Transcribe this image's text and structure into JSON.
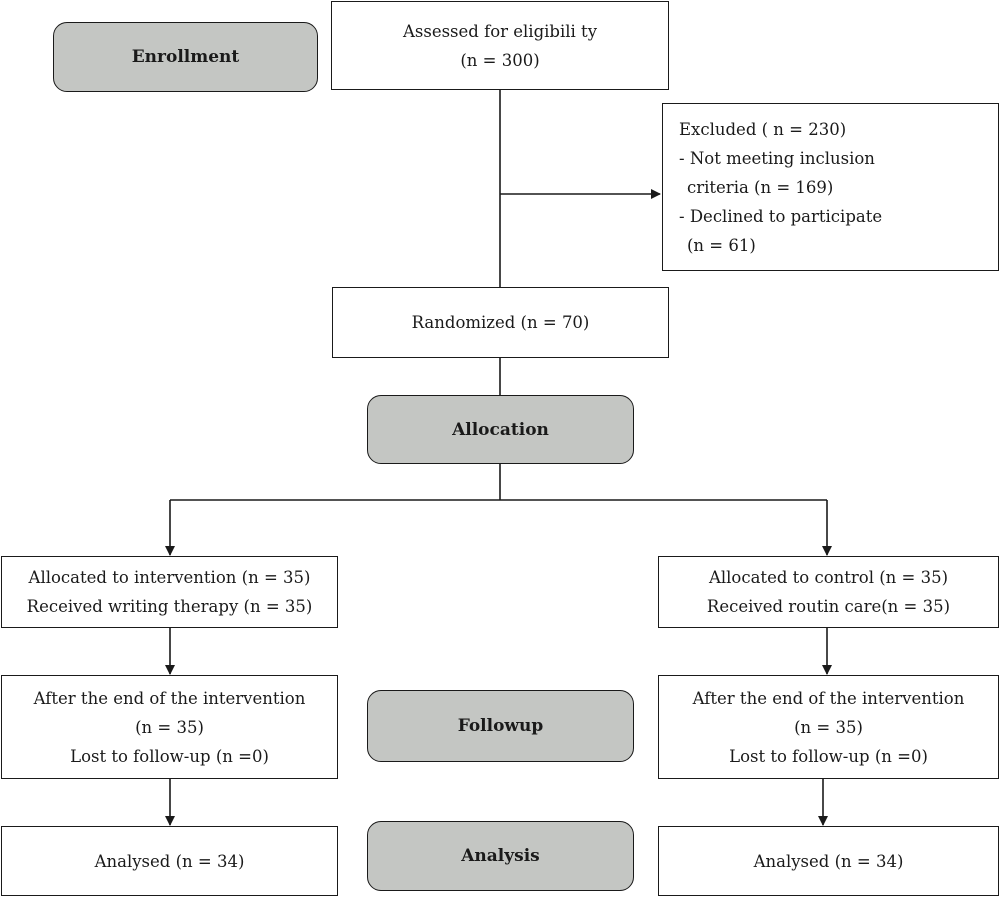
{
  "stages": {
    "enrollment": "Enrollment",
    "allocation": "Allocation",
    "followup": "Followup",
    "analysis": "Analysis"
  },
  "assessed": {
    "line1": "Assessed for eligibili ty",
    "line2": "(n = 300)"
  },
  "excluded": {
    "title": "Excluded ( n = 230)",
    "reason1_a": "- Not meeting inclusion",
    "reason1_b": "criteria (n = 169)",
    "reason2_a": "- Declined to participate",
    "reason2_b": "(n = 61)"
  },
  "randomized": "Randomized (n = 70)",
  "intervention_arm": {
    "allocated": "Allocated to intervention (n = 35)",
    "received": "Received writing therapy (n = 35)",
    "followup_line1": "After the end of the intervention",
    "followup_line2": "(n = 35)",
    "followup_line3": "Lost to follow-up (n =0)",
    "analysed": "Analysed (n = 34)"
  },
  "control_arm": {
    "allocated": "Allocated to control (n = 35)",
    "received": "Received routin care(n = 35)",
    "followup_line1": "After the end of the intervention",
    "followup_line2": "(n = 35)",
    "followup_line3": "Lost to follow-up (n =0)",
    "analysed": "Analysed (n = 34)"
  }
}
